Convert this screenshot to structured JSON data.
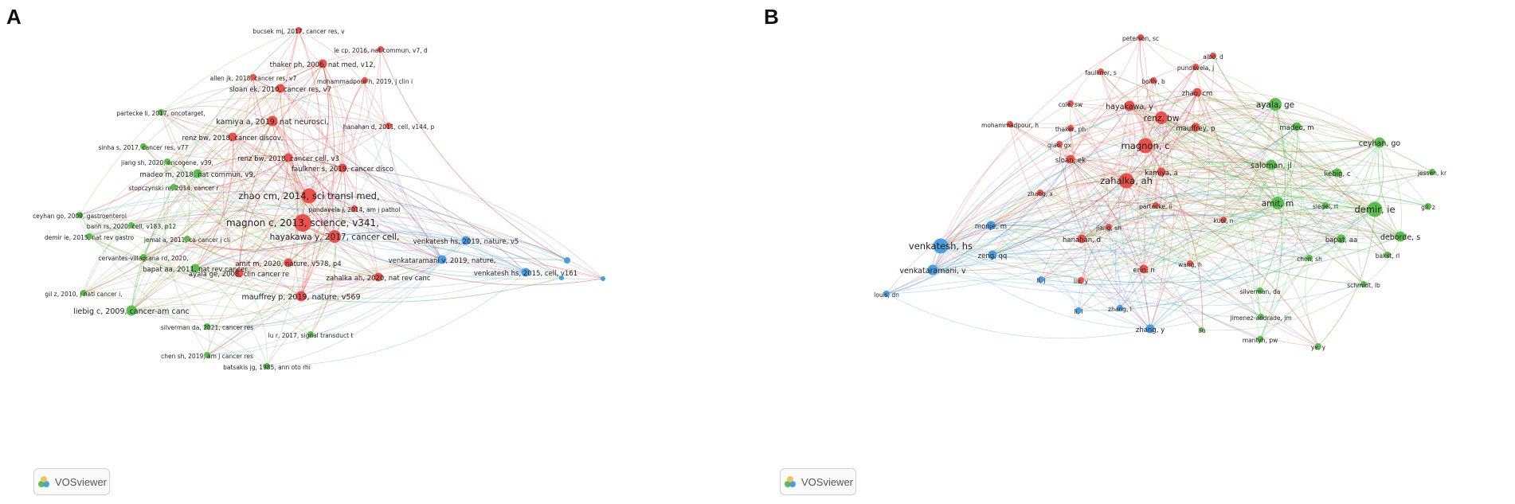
{
  "panels": [
    {
      "letter": "A",
      "watermark": "VOSviewer",
      "clusters": {
        "red": "#e8524a",
        "green": "#5cbd4f",
        "blue": "#4a9de0"
      },
      "nodes": [
        {
          "id": "bucsek",
          "label": "bucsek mj, 2017, cancer res, v",
          "cluster": "red",
          "size": 2
        },
        {
          "id": "lecp",
          "label": "le cp, 2016, nat commun, v7, d",
          "cluster": "red",
          "size": 2
        },
        {
          "id": "thaker",
          "label": "thaker ph, 2006, nat med, v12,",
          "cluster": "red",
          "size": 3
        },
        {
          "id": "allen",
          "label": "allen jk, 2018, cancer res, v7",
          "cluster": "red",
          "size": 2
        },
        {
          "id": "mohammad",
          "label": "mohammadpour h, 2019, j clin i",
          "cluster": "red",
          "size": 2
        },
        {
          "id": "sloan",
          "label": "sloan ek, 2010, cancer res, v7",
          "cluster": "red",
          "size": 3
        },
        {
          "id": "kamiya",
          "label": "kamiya a, 2019, nat neurosci,",
          "cluster": "red",
          "size": 4
        },
        {
          "id": "hanahan",
          "label": "hanahan d, 2011, cell, v144, p",
          "cluster": "red",
          "size": 2
        },
        {
          "id": "renz2018d",
          "label": "renz bw, 2018, cancer discov,",
          "cluster": "red",
          "size": 3
        },
        {
          "id": "renz2018c",
          "label": "renz bw, 2018, cancer cell, v3",
          "cluster": "red",
          "size": 3
        },
        {
          "id": "faulkner",
          "label": "faulkner s, 2019, cancer disco",
          "cluster": "red",
          "size": 3
        },
        {
          "id": "zhao",
          "label": "zhao cm, 2014, sci transl med,",
          "cluster": "red",
          "size": 6
        },
        {
          "id": "pundavela",
          "label": "pundavela j, 2014, am j pathol",
          "cluster": "red",
          "size": 2
        },
        {
          "id": "magnon",
          "label": "magnon c, 2013, science, v341,",
          "cluster": "red",
          "size": 7
        },
        {
          "id": "hayakawa",
          "label": "hayakawa y, 2017, cancer cell,",
          "cluster": "red",
          "size": 5
        },
        {
          "id": "amit",
          "label": "amit m, 2020, nature, v578, p4",
          "cluster": "red",
          "size": 3
        },
        {
          "id": "ayala",
          "label": "ayala ge, 2008, clin cancer re",
          "cluster": "red",
          "size": 3
        },
        {
          "id": "zahalka",
          "label": "zahalka ah, 2020, nat rev canc",
          "cluster": "red",
          "size": 3
        },
        {
          "id": "mauffrey",
          "label": "mauffrey p, 2019, nature, v569",
          "cluster": "red",
          "size": 4
        },
        {
          "id": "partecke",
          "label": "partecke li, 2017, oncotarget,",
          "cluster": "green",
          "size": 2
        },
        {
          "id": "sinha",
          "label": "sinha s, 2017, cancer res, v77",
          "cluster": "green",
          "size": 2
        },
        {
          "id": "jiang",
          "label": "jiang sh, 2020, oncogene, v39,",
          "cluster": "green",
          "size": 2
        },
        {
          "id": "madeo",
          "label": "madeo m, 2018, nat commun, v9,",
          "cluster": "green",
          "size": 3
        },
        {
          "id": "stopczynski",
          "label": "stopczynski re, 2014, cancer r",
          "cluster": "green",
          "size": 2
        },
        {
          "id": "ceyhan",
          "label": "ceyhan go, 2009, gastroenterol",
          "cluster": "green",
          "size": 2
        },
        {
          "id": "banh",
          "label": "banh rs, 2020, cell, v183, p12",
          "cluster": "green",
          "size": 2
        },
        {
          "id": "demir",
          "label": "demir ie, 2015, nat rev gastro",
          "cluster": "green",
          "size": 2
        },
        {
          "id": "jemal",
          "label": "jemal a, 2011, ca-cancer j cli",
          "cluster": "green",
          "size": 2
        },
        {
          "id": "cervantes",
          "label": "cervantes-villagrana rd, 2020,",
          "cluster": "green",
          "size": 2
        },
        {
          "id": "bapat",
          "label": "bapat aa, 2011, nat rev cancer",
          "cluster": "green",
          "size": 3
        },
        {
          "id": "gil",
          "label": "gil z, 2010, j natl cancer i,",
          "cluster": "green",
          "size": 2
        },
        {
          "id": "liebig",
          "label": "liebig c, 2009, cancer-am canc",
          "cluster": "green",
          "size": 4
        },
        {
          "id": "silverman",
          "label": "silverman da, 2021, cancer res",
          "cluster": "green",
          "size": 2
        },
        {
          "id": "lur",
          "label": "lu r, 2017, signal transduct t",
          "cluster": "green",
          "size": 2
        },
        {
          "id": "chen",
          "label": "chen sh, 2019, am j cancer res",
          "cluster": "green",
          "size": 2
        },
        {
          "id": "batsakis",
          "label": "batsakis jg, 1985, ann oto rhi",
          "cluster": "green",
          "size": 2
        },
        {
          "id": "venk2019",
          "label": "venkatesh hs, 2019, nature, v5",
          "cluster": "blue",
          "size": 3
        },
        {
          "id": "venkatar",
          "label": "venkataramani v, 2019, nature,",
          "cluster": "blue",
          "size": 3
        },
        {
          "id": "venk2015",
          "label": "venkatesh hs, 2015, cell, v161",
          "cluster": "blue",
          "size": 3
        },
        {
          "id": "blue4",
          "label": "",
          "cluster": "blue",
          "size": 2
        },
        {
          "id": "blue5",
          "label": "",
          "cluster": "blue",
          "size": 1
        },
        {
          "id": "blue6",
          "label": "",
          "cluster": "blue",
          "size": 1
        }
      ]
    },
    {
      "letter": "B",
      "watermark": "VOSviewer",
      "clusters": {
        "red": "#e8524a",
        "green": "#5cbd4f",
        "blue": "#4a9de0"
      },
      "nodes": [
        {
          "id": "peterson",
          "label": "peterson, sc",
          "cluster": "red",
          "size": 2
        },
        {
          "id": "albo",
          "label": "albo, d",
          "cluster": "red",
          "size": 2
        },
        {
          "id": "pundavela",
          "label": "pundavela, j",
          "cluster": "red",
          "size": 2
        },
        {
          "id": "faulkner",
          "label": "faulkner, s",
          "cluster": "red",
          "size": 2
        },
        {
          "id": "boilly",
          "label": "boilly, b",
          "cluster": "red",
          "size": 2
        },
        {
          "id": "zhao",
          "label": "zhao, cm",
          "cluster": "red",
          "size": 3
        },
        {
          "id": "cole",
          "label": "cole, sw",
          "cluster": "red",
          "size": 2
        },
        {
          "id": "hayakawa",
          "label": "hayakawa, y",
          "cluster": "red",
          "size": 4
        },
        {
          "id": "renz",
          "label": "renz, bw",
          "cluster": "red",
          "size": 5
        },
        {
          "id": "mohammad",
          "label": "mohammadpour, h",
          "cluster": "red",
          "size": 2
        },
        {
          "id": "thaker",
          "label": "thaker, ph",
          "cluster": "red",
          "size": 2
        },
        {
          "id": "mauffrey",
          "label": "mauffrey, p",
          "cluster": "red",
          "size": 3
        },
        {
          "id": "qiao",
          "label": "qiao, gx",
          "cluster": "red",
          "size": 2
        },
        {
          "id": "magnon",
          "label": "magnon, c",
          "cluster": "red",
          "size": 6
        },
        {
          "id": "sloan",
          "label": "sloan, ek",
          "cluster": "red",
          "size": 3
        },
        {
          "id": "zahalka",
          "label": "zahalka, ah",
          "cluster": "red",
          "size": 6
        },
        {
          "id": "kamiya",
          "label": "kamiya, a",
          "cluster": "red",
          "size": 3
        },
        {
          "id": "zhang_x",
          "label": "zhang, x",
          "cluster": "red",
          "size": 2
        },
        {
          "id": "partecke",
          "label": "partecke, li",
          "cluster": "red",
          "size": 2
        },
        {
          "id": "jiang",
          "label": "jiang, sh",
          "cluster": "red",
          "size": 2
        },
        {
          "id": "kuol",
          "label": "kuol, n",
          "cluster": "red",
          "size": 2
        },
        {
          "id": "hanahan",
          "label": "hanahan, d",
          "cluster": "red",
          "size": 3
        },
        {
          "id": "erin",
          "label": "erin, n",
          "cluster": "red",
          "size": 3
        },
        {
          "id": "wang",
          "label": "wang, h",
          "cluster": "red",
          "size": 2
        },
        {
          "id": "liu_y",
          "label": "liu, y",
          "cluster": "red",
          "size": 2
        },
        {
          "id": "ayala",
          "label": "ayala, ge",
          "cluster": "green",
          "size": 5
        },
        {
          "id": "madeo",
          "label": "madeo, m",
          "cluster": "green",
          "size": 3
        },
        {
          "id": "ceyhan",
          "label": "ceyhan, go",
          "cluster": "green",
          "size": 4
        },
        {
          "id": "saloman",
          "label": "saloman, jl",
          "cluster": "green",
          "size": 4
        },
        {
          "id": "liebig",
          "label": "liebig, c",
          "cluster": "green",
          "size": 3
        },
        {
          "id": "jessen",
          "label": "jessen, kr",
          "cluster": "green",
          "size": 2
        },
        {
          "id": "amit",
          "label": "amit, m",
          "cluster": "green",
          "size": 5
        },
        {
          "id": "siegel",
          "label": "siegel, rl",
          "cluster": "green",
          "size": 2
        },
        {
          "id": "demir",
          "label": "demir, ie",
          "cluster": "green",
          "size": 6
        },
        {
          "id": "giz",
          "label": "gil, z",
          "cluster": "green",
          "size": 2
        },
        {
          "id": "bapat",
          "label": "bapat, aa",
          "cluster": "green",
          "size": 3
        },
        {
          "id": "deborde",
          "label": "deborde, s",
          "cluster": "green",
          "size": 4
        },
        {
          "id": "bakst",
          "label": "bakst, rl",
          "cluster": "green",
          "size": 2
        },
        {
          "id": "chen",
          "label": "chen, sh",
          "cluster": "green",
          "size": 2
        },
        {
          "id": "schmidt",
          "label": "schmidt, lb",
          "cluster": "green",
          "size": 2
        },
        {
          "id": "silverman",
          "label": "silverman, da",
          "cluster": "green",
          "size": 2
        },
        {
          "id": "jimenez",
          "label": "jimenez-andrade, jm",
          "cluster": "green",
          "size": 2
        },
        {
          "id": "liu_green",
          "label": "liu",
          "cluster": "green",
          "size": 1
        },
        {
          "id": "mantyh",
          "label": "mantyh, pw",
          "cluster": "green",
          "size": 2
        },
        {
          "id": "yey",
          "label": "ye, y",
          "cluster": "green",
          "size": 2
        },
        {
          "id": "venkatesh",
          "label": "venkatesh, hs",
          "cluster": "blue",
          "size": 6
        },
        {
          "id": "monje",
          "label": "monje, m",
          "cluster": "blue",
          "size": 3
        },
        {
          "id": "zeng",
          "label": "zeng, qq",
          "cluster": "blue",
          "size": 3
        },
        {
          "id": "venkatar",
          "label": "venkataramani, v",
          "cluster": "blue",
          "size": 4
        },
        {
          "id": "li_j",
          "label": "li, j",
          "cluster": "blue",
          "size": 2
        },
        {
          "id": "li_l",
          "label": "li, l",
          "cluster": "blue",
          "size": 2
        },
        {
          "id": "louis",
          "label": "louis, dn",
          "cluster": "blue",
          "size": 2
        },
        {
          "id": "zhang_l",
          "label": "zhang, l",
          "cluster": "blue",
          "size": 2
        },
        {
          "id": "zhang_y",
          "label": "zhang, y",
          "cluster": "blue",
          "size": 3
        }
      ]
    }
  ]
}
